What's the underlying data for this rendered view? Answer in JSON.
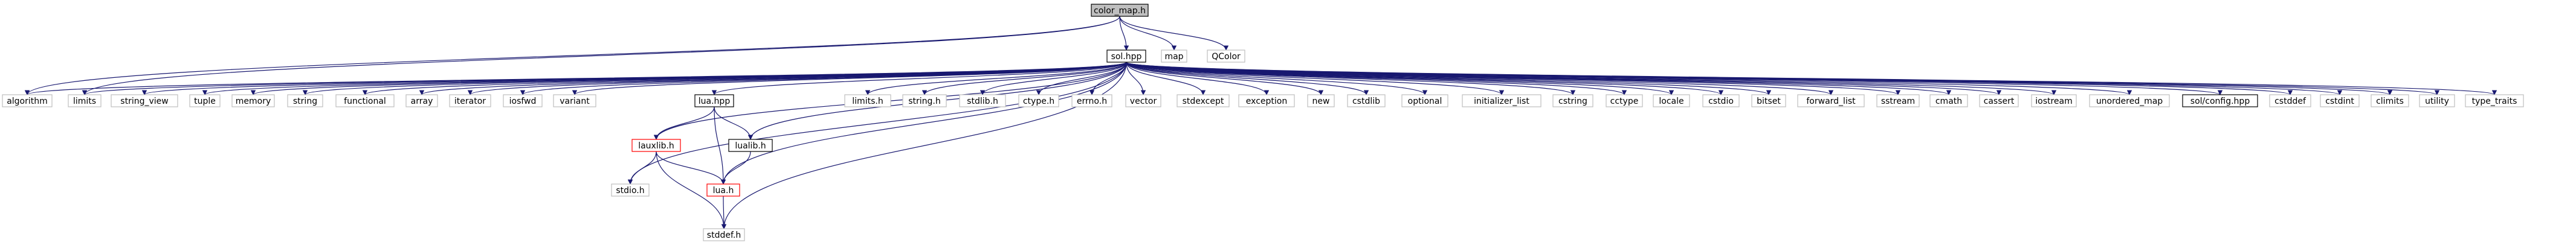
{
  "graph": {
    "nodes": [
      {
        "id": "color_map",
        "label": "color_map.h",
        "style": "root"
      },
      {
        "id": "algorithm",
        "label": "algorithm",
        "style": "system"
      },
      {
        "id": "limits",
        "label": "limits",
        "style": "system"
      },
      {
        "id": "string_view",
        "label": "string_view",
        "style": "system"
      },
      {
        "id": "tuple",
        "label": "tuple",
        "style": "system"
      },
      {
        "id": "memory",
        "label": "memory",
        "style": "system"
      },
      {
        "id": "string",
        "label": "string",
        "style": "system"
      },
      {
        "id": "functional",
        "label": "functional",
        "style": "system"
      },
      {
        "id": "array",
        "label": "array",
        "style": "system"
      },
      {
        "id": "iterator",
        "label": "iterator",
        "style": "system"
      },
      {
        "id": "iosfwd",
        "label": "iosfwd",
        "style": "system"
      },
      {
        "id": "variant",
        "label": "variant",
        "style": "system"
      },
      {
        "id": "lua_hpp",
        "label": "lua.hpp",
        "style": "local"
      },
      {
        "id": "limits_h",
        "label": "limits.h",
        "style": "system"
      },
      {
        "id": "string_h",
        "label": "string.h",
        "style": "system"
      },
      {
        "id": "stdlib_h",
        "label": "stdlib.h",
        "style": "system"
      },
      {
        "id": "ctype_h",
        "label": "ctype.h",
        "style": "system"
      },
      {
        "id": "errno_h",
        "label": "errno.h",
        "style": "system"
      },
      {
        "id": "vector",
        "label": "vector",
        "style": "system"
      },
      {
        "id": "stdexcept",
        "label": "stdexcept",
        "style": "system"
      },
      {
        "id": "exception",
        "label": "exception",
        "style": "system"
      },
      {
        "id": "new",
        "label": "new",
        "style": "system"
      },
      {
        "id": "cstdlib",
        "label": "cstdlib",
        "style": "system"
      },
      {
        "id": "optional",
        "label": "optional",
        "style": "system"
      },
      {
        "id": "initializer_list",
        "label": "initializer_list",
        "style": "system"
      },
      {
        "id": "cstring",
        "label": "cstring",
        "style": "system"
      },
      {
        "id": "cctype",
        "label": "cctype",
        "style": "system"
      },
      {
        "id": "locale",
        "label": "locale",
        "style": "system"
      },
      {
        "id": "cstdio",
        "label": "cstdio",
        "style": "system"
      },
      {
        "id": "bitset",
        "label": "bitset",
        "style": "system"
      },
      {
        "id": "forward_list",
        "label": "forward_list",
        "style": "system"
      },
      {
        "id": "sstream",
        "label": "sstream",
        "style": "system"
      },
      {
        "id": "cmath",
        "label": "cmath",
        "style": "system"
      },
      {
        "id": "cassert",
        "label": "cassert",
        "style": "system"
      },
      {
        "id": "iostream",
        "label": "iostream",
        "style": "system"
      },
      {
        "id": "unordered_map",
        "label": "unordered_map",
        "style": "system"
      },
      {
        "id": "sol_config",
        "label": "sol/config.hpp",
        "style": "local"
      },
      {
        "id": "cstddef",
        "label": "cstddef",
        "style": "system"
      },
      {
        "id": "cstdint",
        "label": "cstdint",
        "style": "system"
      },
      {
        "id": "climits",
        "label": "climits",
        "style": "system"
      },
      {
        "id": "utility",
        "label": "utility",
        "style": "system"
      },
      {
        "id": "type_traits",
        "label": "type_traits",
        "style": "system"
      },
      {
        "id": "sol_hpp",
        "label": "sol.hpp",
        "style": "local"
      },
      {
        "id": "map",
        "label": "map",
        "style": "system"
      },
      {
        "id": "QColor",
        "label": "QColor",
        "style": "system"
      },
      {
        "id": "lauxlib_h",
        "label": "lauxlib.h",
        "style": "missing"
      },
      {
        "id": "lualib_h",
        "label": "lualib.h",
        "style": "local"
      },
      {
        "id": "stdio_h",
        "label": "stdio.h",
        "style": "system"
      },
      {
        "id": "lua_h",
        "label": "lua.h",
        "style": "missing"
      },
      {
        "id": "stddef_h",
        "label": "stddef.h",
        "style": "system"
      }
    ],
    "edges": [
      [
        "color_map",
        "sol_hpp"
      ],
      [
        "color_map",
        "map"
      ],
      [
        "color_map",
        "QColor"
      ],
      [
        "color_map",
        "algorithm"
      ],
      [
        "color_map",
        "limits"
      ],
      [
        "sol_hpp",
        "algorithm"
      ],
      [
        "sol_hpp",
        "limits"
      ],
      [
        "sol_hpp",
        "string_view"
      ],
      [
        "sol_hpp",
        "tuple"
      ],
      [
        "sol_hpp",
        "memory"
      ],
      [
        "sol_hpp",
        "string"
      ],
      [
        "sol_hpp",
        "functional"
      ],
      [
        "sol_hpp",
        "array"
      ],
      [
        "sol_hpp",
        "iterator"
      ],
      [
        "sol_hpp",
        "iosfwd"
      ],
      [
        "sol_hpp",
        "variant"
      ],
      [
        "sol_hpp",
        "lua_hpp"
      ],
      [
        "sol_hpp",
        "limits_h"
      ],
      [
        "sol_hpp",
        "string_h"
      ],
      [
        "sol_hpp",
        "stdlib_h"
      ],
      [
        "sol_hpp",
        "ctype_h"
      ],
      [
        "sol_hpp",
        "errno_h"
      ],
      [
        "sol_hpp",
        "vector"
      ],
      [
        "sol_hpp",
        "stdexcept"
      ],
      [
        "sol_hpp",
        "exception"
      ],
      [
        "sol_hpp",
        "new"
      ],
      [
        "sol_hpp",
        "cstdlib"
      ],
      [
        "sol_hpp",
        "optional"
      ],
      [
        "sol_hpp",
        "initializer_list"
      ],
      [
        "sol_hpp",
        "cstring"
      ],
      [
        "sol_hpp",
        "cctype"
      ],
      [
        "sol_hpp",
        "locale"
      ],
      [
        "sol_hpp",
        "cstdio"
      ],
      [
        "sol_hpp",
        "bitset"
      ],
      [
        "sol_hpp",
        "forward_list"
      ],
      [
        "sol_hpp",
        "sstream"
      ],
      [
        "sol_hpp",
        "cmath"
      ],
      [
        "sol_hpp",
        "cassert"
      ],
      [
        "sol_hpp",
        "iostream"
      ],
      [
        "sol_hpp",
        "unordered_map"
      ],
      [
        "sol_hpp",
        "sol_config"
      ],
      [
        "sol_hpp",
        "cstddef"
      ],
      [
        "sol_hpp",
        "cstdint"
      ],
      [
        "sol_hpp",
        "climits"
      ],
      [
        "sol_hpp",
        "utility"
      ],
      [
        "sol_hpp",
        "type_traits"
      ],
      [
        "sol_hpp",
        "lauxlib_h"
      ],
      [
        "sol_hpp",
        "lualib_h"
      ],
      [
        "sol_hpp",
        "stdio_h"
      ],
      [
        "sol_hpp",
        "lua_h"
      ],
      [
        "sol_hpp",
        "stddef_h"
      ],
      [
        "lua_hpp",
        "lauxlib_h"
      ],
      [
        "lua_hpp",
        "lualib_h"
      ],
      [
        "lua_hpp",
        "lua_h"
      ],
      [
        "lauxlib_h",
        "stdio_h"
      ],
      [
        "lauxlib_h",
        "lua_h"
      ],
      [
        "lauxlib_h",
        "stddef_h"
      ],
      [
        "lualib_h",
        "lua_h"
      ],
      [
        "lua_h",
        "stddef_h"
      ]
    ]
  },
  "colors": {
    "edge": "#191970",
    "root_fill": "#bfbfbf",
    "root_border": "#000000",
    "local_border": "#000000",
    "system_border": "#bfbfbf",
    "missing_border": "#ff0000",
    "node_fill": "#ffffff"
  }
}
